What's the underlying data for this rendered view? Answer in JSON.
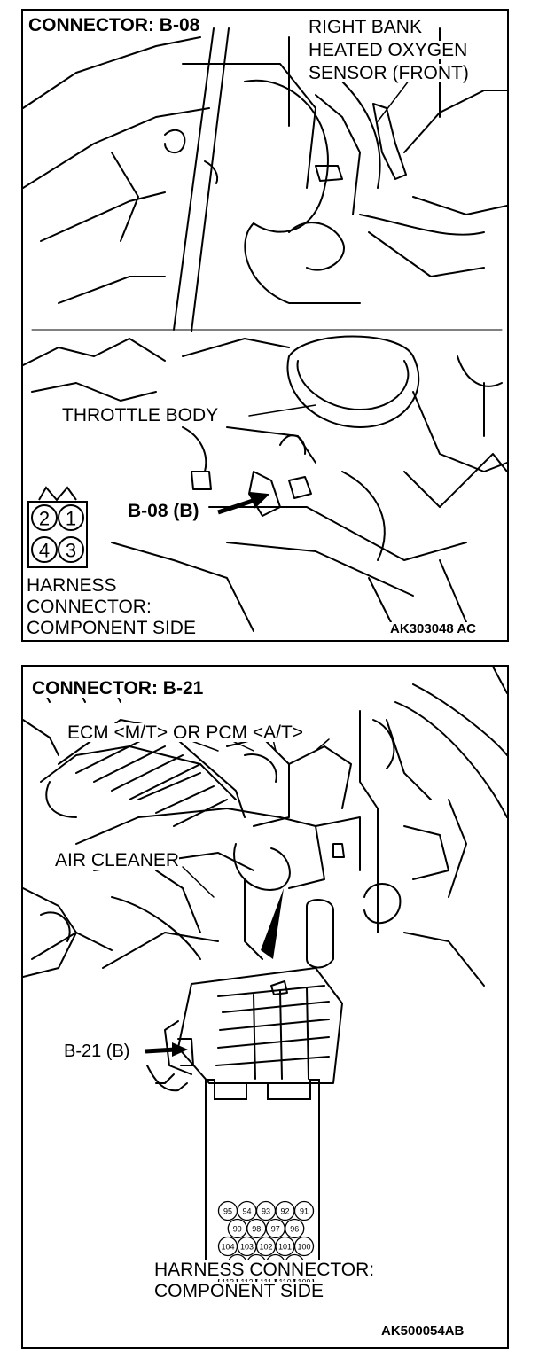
{
  "panel1": {
    "connector_title": "CONNECTOR: B-08",
    "sensor_label_lines": [
      "RIGHT BANK",
      "HEATED OXYGEN",
      "SENSOR (FRONT)"
    ],
    "throttle_label": "THROTTLE BODY",
    "connector_callout": "B-08 (B)",
    "harness_label_lines": [
      "HARNESS",
      "CONNECTOR:",
      "COMPONENT SIDE"
    ],
    "figure_code": "AK303048 AC",
    "pins": [
      "2",
      "1",
      "4",
      "3"
    ]
  },
  "panel2": {
    "connector_title": "CONNECTOR: B-21",
    "module_label": "ECM <M/T> OR PCM <A/T>",
    "air_cleaner_label": "AIR CLEANER",
    "connector_callout": "B-21 (B)",
    "harness_label_lines": [
      "HARNESS CONNECTOR:",
      "COMPONENT SIDE"
    ],
    "figure_code": "AK500054AB",
    "pin_rows": [
      [
        "95",
        "94",
        "93",
        "92",
        "91"
      ],
      [
        "99",
        "98",
        "97",
        "96"
      ],
      [
        "104",
        "103",
        "102",
        "101",
        "100"
      ],
      [
        "108",
        "107",
        "106",
        "105"
      ],
      [
        "113",
        "112",
        "111",
        "110",
        "109"
      ]
    ]
  }
}
